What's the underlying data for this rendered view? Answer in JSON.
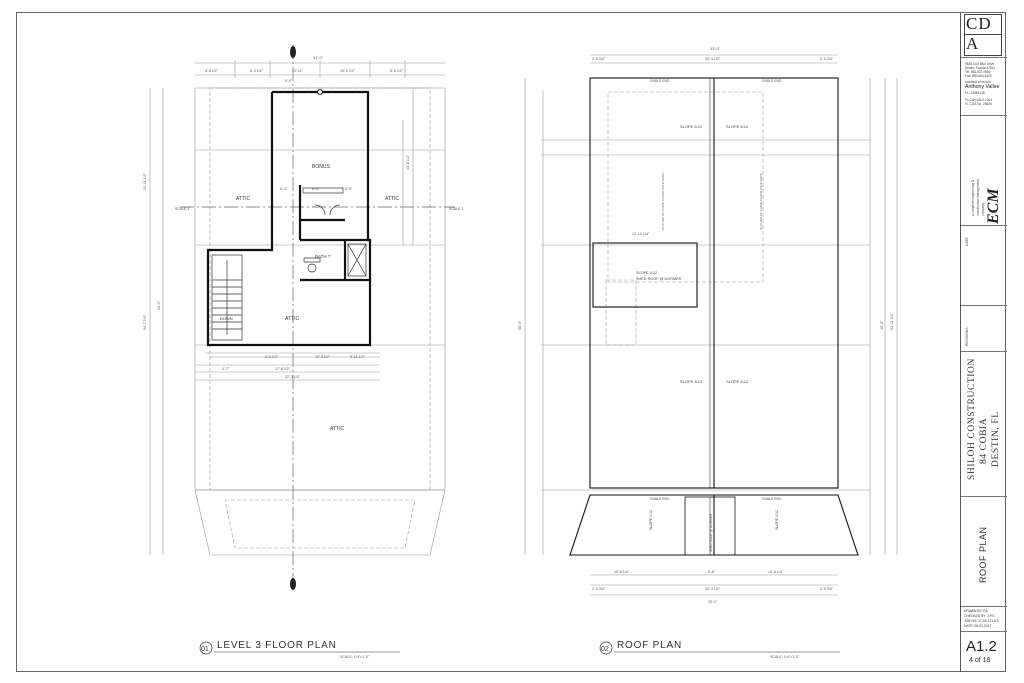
{
  "views": [
    {
      "number": "01",
      "title": "LEVEL 3 FLOOR PLAN",
      "scale": "SCALE: 1/4\"=1'-0\""
    },
    {
      "number": "02",
      "title": "ROOF PLAN",
      "scale": "SCALE: 1/4\"=1'-0\""
    }
  ],
  "floor_plan": {
    "rooms": {
      "bonus": "BONUS",
      "bath": "BATH 7",
      "down": "DOWN"
    },
    "attic": "ATTIC",
    "section_label": "SCALE 1",
    "dims": {
      "overall_top": "31'-0\"",
      "d1": "8'-6 1/2\"",
      "d2": "6'-3 1/2\"",
      "d3": "10'-11\"",
      "d4": "10'-5 1/2\"",
      "d5": "8'-6 1/2\"",
      "d6": "6'-0\"",
      "d7": "6'-3\"",
      "d8": "6'-5\"",
      "d9": "8'-0\"",
      "d10": "8'-5 1/2\"",
      "d11": "10'-5 1/2\"",
      "d12": "5'-11 1/2\"",
      "d13": "4'-7\"",
      "d14": "17'-8 1/2\"",
      "d15": "22'-3 1/2\"",
      "d16": "54'-7 1/4\"",
      "d17": "21'-11 1/2\"",
      "d18": "13'-8 1/2\"",
      "d19": "26'-3\""
    }
  },
  "roof_plan": {
    "slope": "SLOPE 8:12",
    "slope_low": "SLOPE 4:12",
    "slope_dormer": "SLOPE 4:12\nSHED ROOF @ DORMER",
    "shed_dormer": "SHED ROOF @ DORMER",
    "gable_end": "GABLE END",
    "ridge_note": "OUTLINE OF THIRD FLOOR FACE ROOF",
    "dims": {
      "overall_top": "33'-0\"",
      "side": "2'-5 3/4\"",
      "inner": "30'-4 1/2\"",
      "dormer": "12'-10 1/4\"",
      "b1": "10'-8 1/4\"",
      "b2": "5'-6\"",
      "b3": "10'-8 1/4\"",
      "h1": "58'-0\"",
      "h2": "52'-11 3/4\"",
      "h3": "40'-0\""
    }
  },
  "title_block": {
    "logo_top": "CD",
    "logo_bottom": "A",
    "firm_lines": [
      "9636 Gulf Blvd Drive",
      "Destin, Florida 32541",
      "Tel:  850.837.0986",
      "Fax:  850.654.4323"
    ],
    "architect_label": "architect of record",
    "architect_name": "Anthony Vallee",
    "license_fl": "FL: 14568138",
    "license_lines": [
      "FL Corp  AB-0.2314",
      "FL COA No.  28625"
    ],
    "eng_lines": [
      "a complete engineering &",
      "construction management",
      "company"
    ],
    "eng_logo": "ECM",
    "date_label": "DATE",
    "revision_label": "REVISIONS",
    "project_line1": "SHILOH CONSTRUCTION",
    "project_line2": "84 COBIA",
    "project_line3": "DESTIN, FL",
    "sheet_title": "ROOF PLAN",
    "drawn_by": "DRAWN BY:      EA",
    "checked_by": "CHECKED BY:    J.P.E.",
    "job_no": "JOB NO:  17-04-121 A.E",
    "date": "DATE:       06-21-2017",
    "sheet_number": "A1.2",
    "sheet_of": "4  of  18"
  }
}
